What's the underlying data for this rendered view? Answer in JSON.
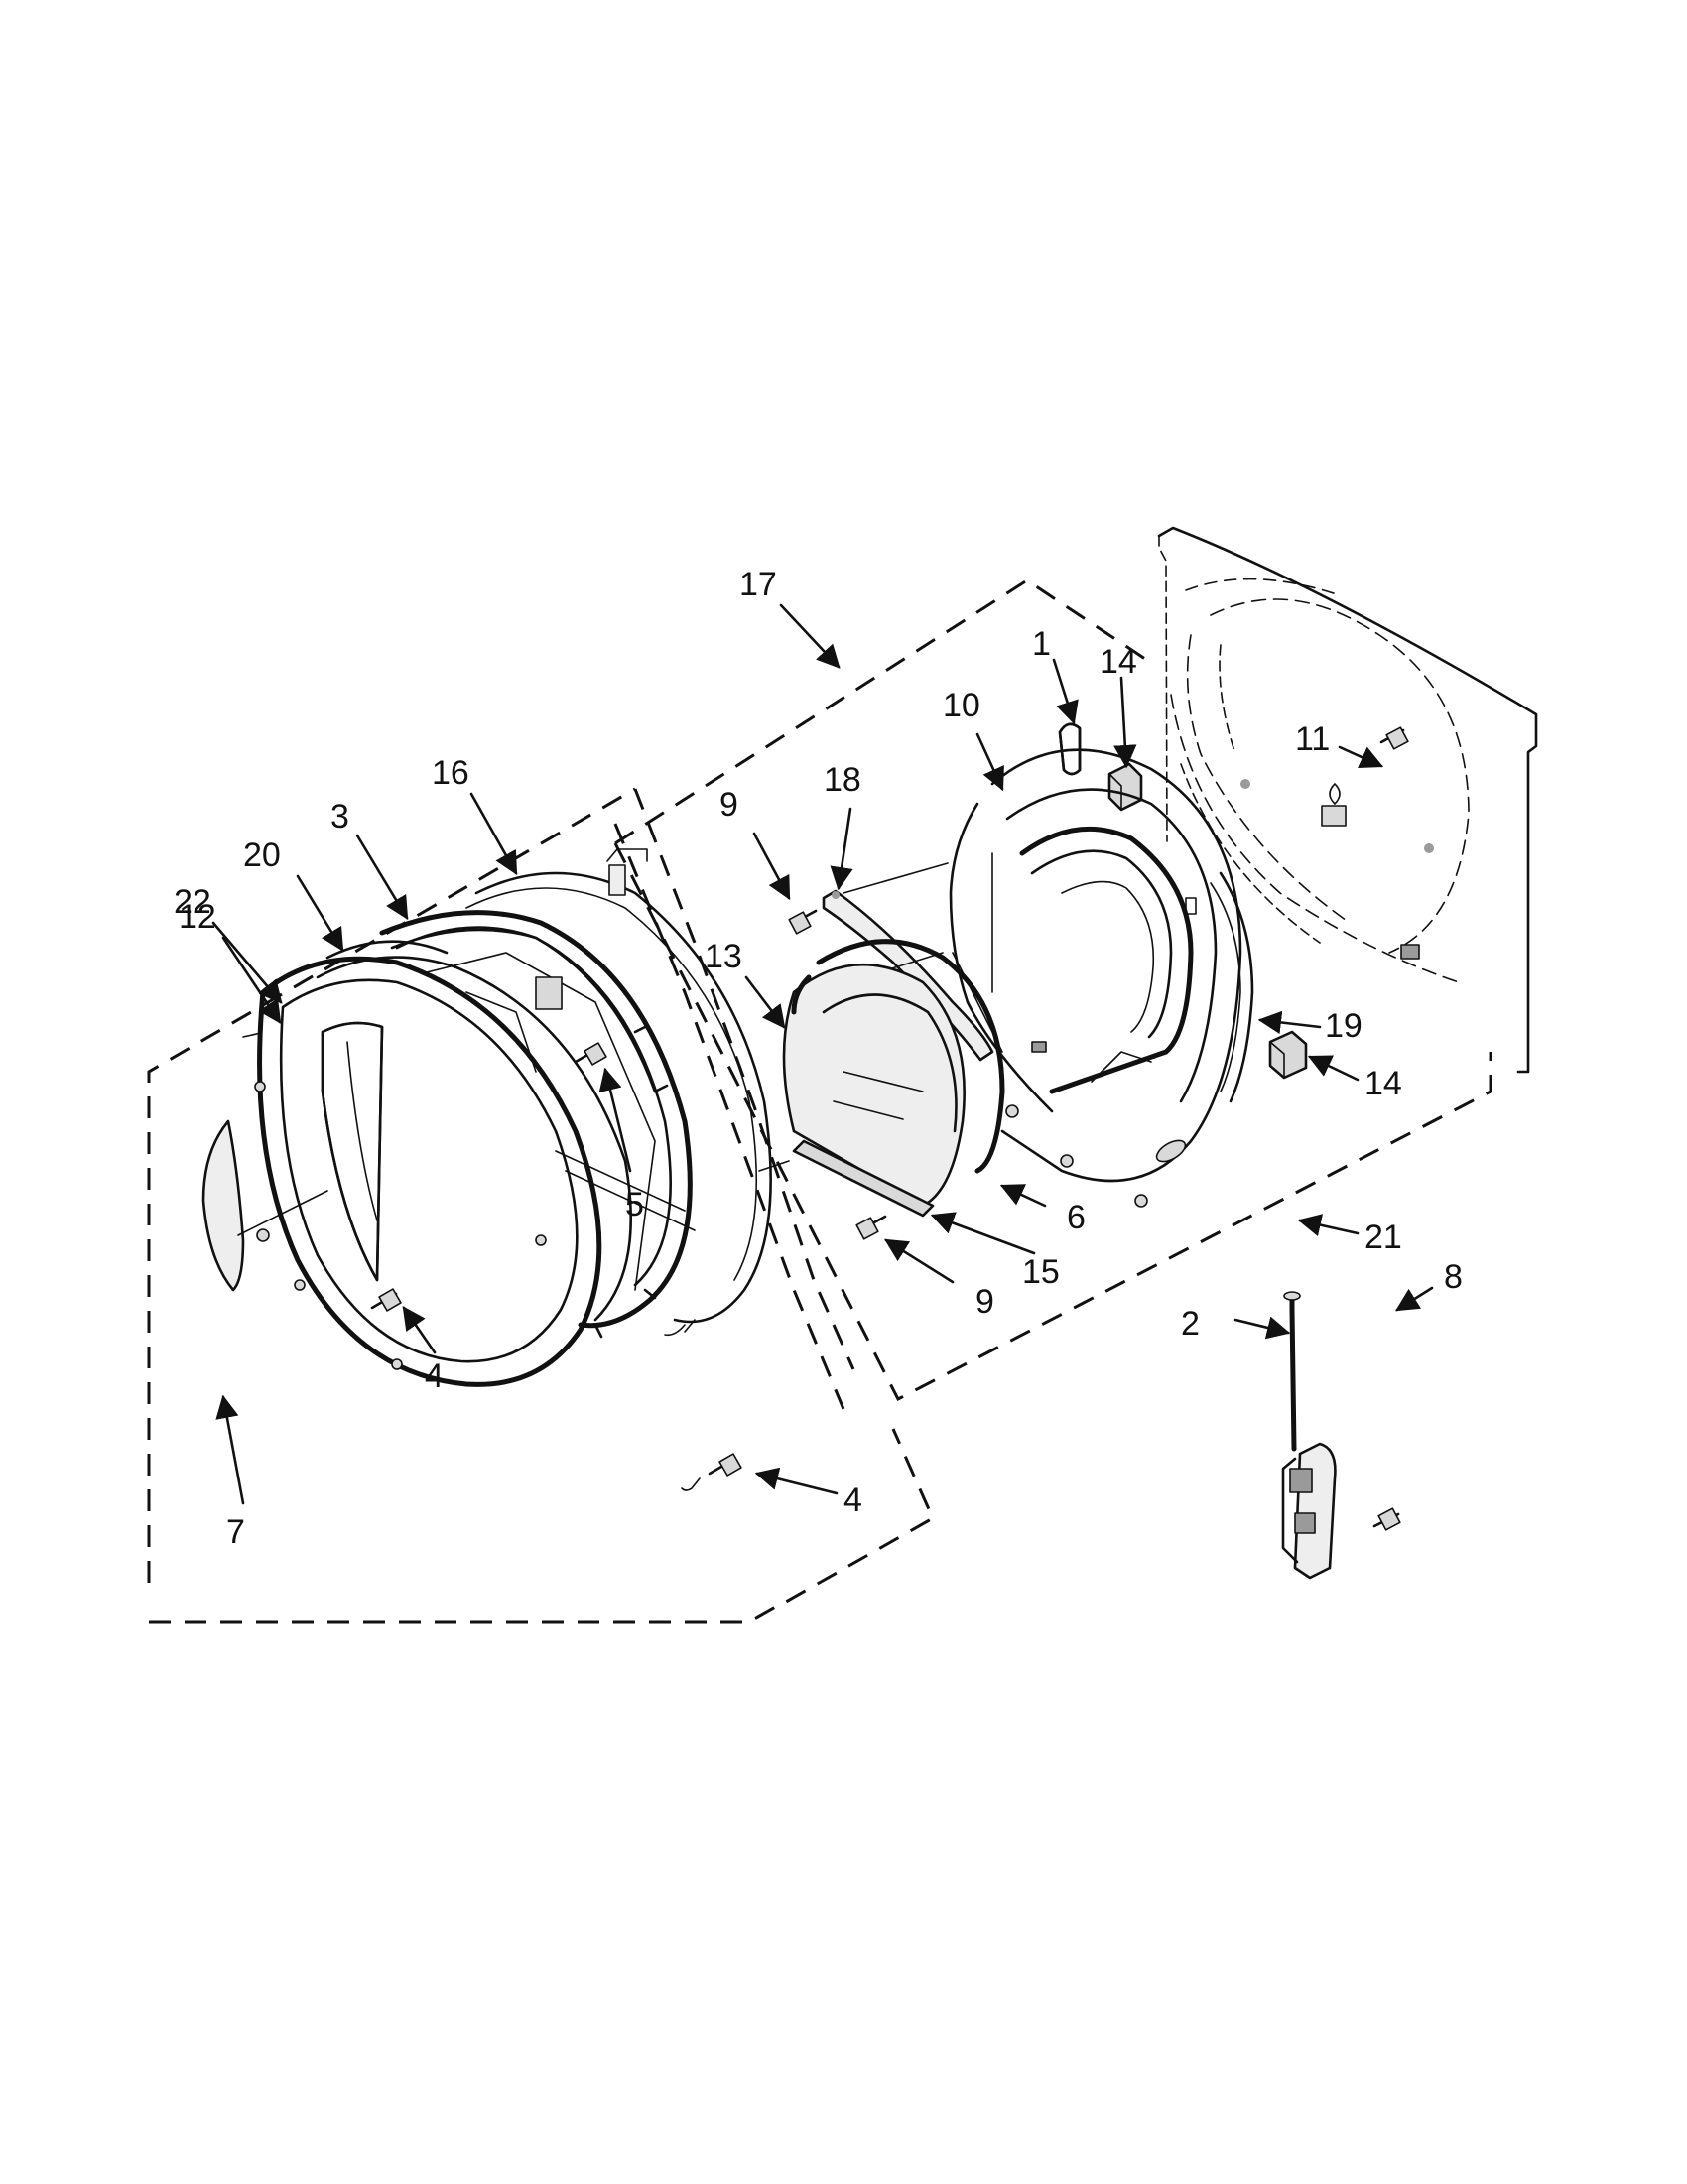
{
  "diagram": {
    "callouts": [
      {
        "id": "17",
        "label": "17"
      },
      {
        "id": "1",
        "label": "1"
      },
      {
        "id": "14a",
        "label": "14"
      },
      {
        "id": "10",
        "label": "10"
      },
      {
        "id": "11",
        "label": "11"
      },
      {
        "id": "18",
        "label": "18"
      },
      {
        "id": "9a",
        "label": "9"
      },
      {
        "id": "22",
        "label": "22"
      },
      {
        "id": "13",
        "label": "13"
      },
      {
        "id": "19",
        "label": "19"
      },
      {
        "id": "14b",
        "label": "14"
      },
      {
        "id": "16",
        "label": "16"
      },
      {
        "id": "3",
        "label": "3"
      },
      {
        "id": "20",
        "label": "20"
      },
      {
        "id": "12",
        "label": "12"
      },
      {
        "id": "5",
        "label": "5"
      },
      {
        "id": "6",
        "label": "6"
      },
      {
        "id": "15",
        "label": "15"
      },
      {
        "id": "9b",
        "label": "9"
      },
      {
        "id": "21",
        "label": "21"
      },
      {
        "id": "8",
        "label": "8"
      },
      {
        "id": "2",
        "label": "2"
      },
      {
        "id": "4a",
        "label": "4"
      },
      {
        "id": "4b",
        "label": "4"
      },
      {
        "id": "7",
        "label": "7"
      }
    ]
  }
}
